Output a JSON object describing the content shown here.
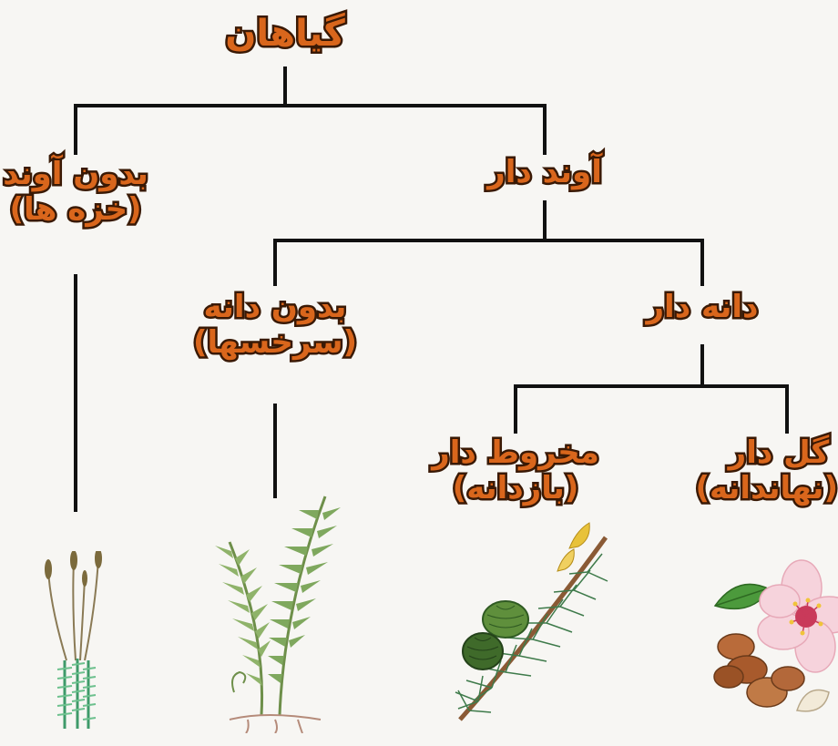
{
  "root": {
    "label": "گیاهان"
  },
  "nodes": {
    "vascular": {
      "label": "آوند دار"
    },
    "nonvascular": {
      "label": "بدون آوند",
      "sub": "(خزه ها)"
    },
    "seed": {
      "label": "دانه دار"
    },
    "seedless": {
      "label": "بدون دانه",
      "sub": "(سرخسها)"
    },
    "cone": {
      "label": "مخروط دار",
      "sub": "(بازدانه)"
    },
    "flower": {
      "label": "گل دار",
      "sub": "(نهاندانه)"
    }
  },
  "illustrations": [
    {
      "icon": "moss-icon"
    },
    {
      "icon": "fern-icon"
    },
    {
      "icon": "pine-branch-icon"
    },
    {
      "icon": "almond-blossom-icon"
    }
  ],
  "colors": {
    "label_fill": "#d9661c",
    "label_outline": "#3a1a06",
    "connector": "#111111",
    "background": "#f7f6f3"
  }
}
